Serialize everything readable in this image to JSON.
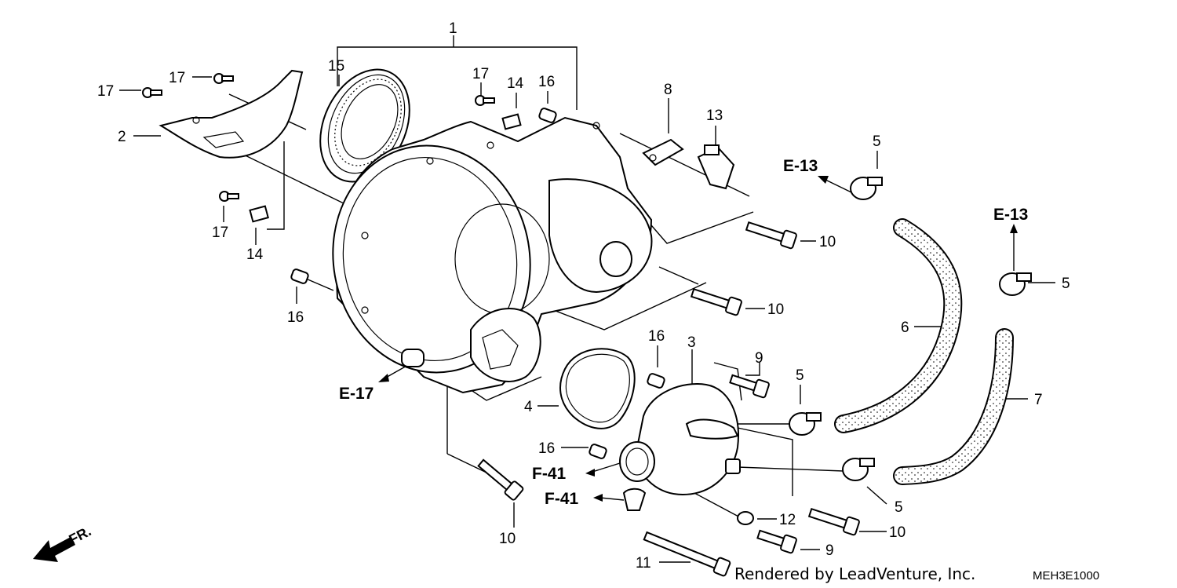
{
  "diagram": {
    "callouts": {
      "c1": "1",
      "c2": "2",
      "c3": "3",
      "c4": "4",
      "c5a": "5",
      "c5b": "5",
      "c5c": "5",
      "c5d": "5",
      "c6": "6",
      "c7": "7",
      "c8": "8",
      "c9a": "9",
      "c9b": "9",
      "c10a": "10",
      "c10b": "10",
      "c10c": "10",
      "c10d": "10",
      "c11": "11",
      "c12": "12",
      "c13": "13",
      "c14a": "14",
      "c14b": "14",
      "c15": "15",
      "c16a": "16",
      "c16b": "16",
      "c16c": "16",
      "c16d": "16",
      "c17a": "17",
      "c17b": "17",
      "c17c": "17",
      "c17d": "17"
    },
    "references": {
      "e13a": "E-13",
      "e13b": "E-13",
      "e17": "E-17",
      "f41a": "F-41",
      "f41b": "F-41"
    },
    "front_label": "FR.",
    "credit": "Rendered by LeadVenture, Inc.",
    "diagram_code": "MEH3E1000"
  }
}
